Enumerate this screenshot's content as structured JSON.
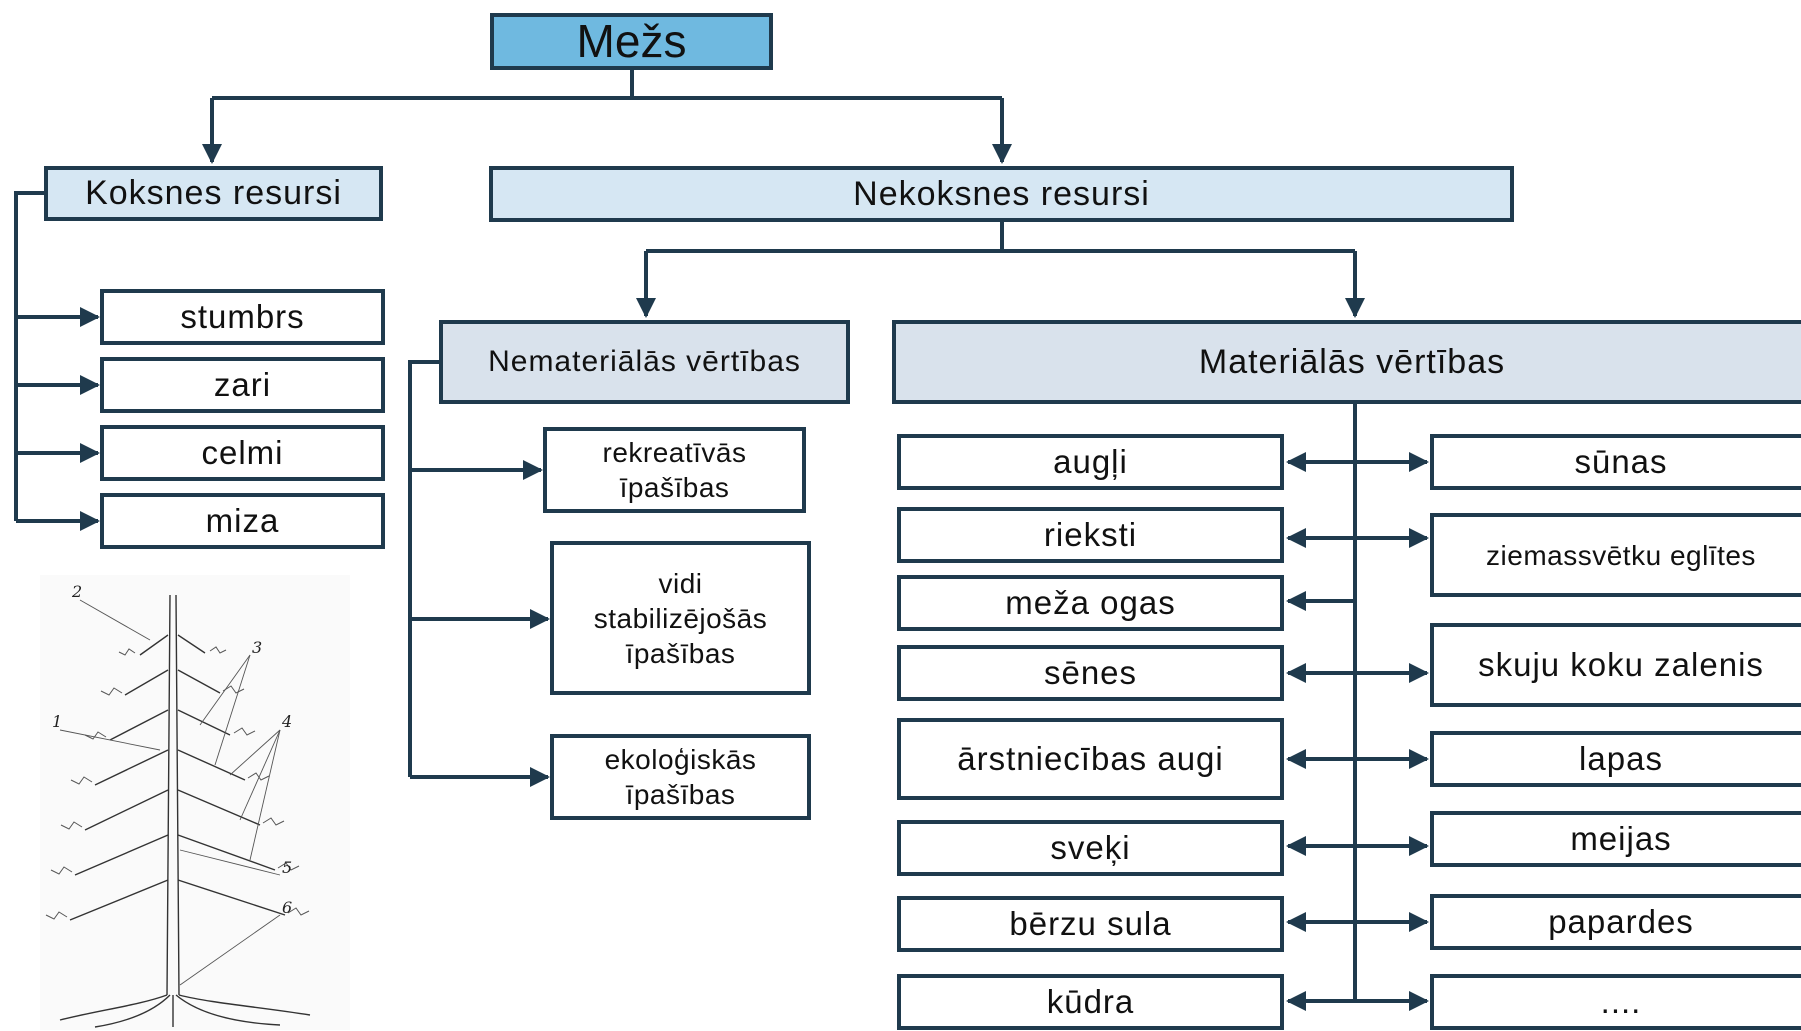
{
  "root": "Mežs",
  "wood": {
    "title": "Koksnes resursi",
    "items": [
      "stumbrs",
      "zari",
      "celmi",
      "miza"
    ]
  },
  "nonwood": {
    "title": "Nekoksnes resursi",
    "intangible": {
      "title": "Nemateriālās vērtības",
      "items": [
        "rekreatīvās\nīpašības",
        "vidi\nstabilizējošās\nīpašības",
        "ekoloģiskās\nīpašības"
      ]
    },
    "material": {
      "title": "Materiālās vērtības",
      "left_items": [
        "augļi",
        "rieksti",
        "meža ogas",
        "sēnes",
        "ārstniecības augi",
        "sveķi",
        "bērzu sula",
        "kūdra"
      ],
      "right_items": [
        "sūnas",
        "ziemassvētku eglītes",
        "skuju koku zalenis",
        "lapas",
        "meijas",
        "papardes",
        "...."
      ]
    }
  },
  "tree_figure": {
    "labels": [
      "1",
      "2",
      "3",
      "4",
      "5",
      "6"
    ]
  },
  "colors": {
    "line": "#1f3a4d",
    "root_fill": "#6fb9e0",
    "category_fill": "#d6e7f3",
    "sub_fill": "#d9e2ec"
  }
}
